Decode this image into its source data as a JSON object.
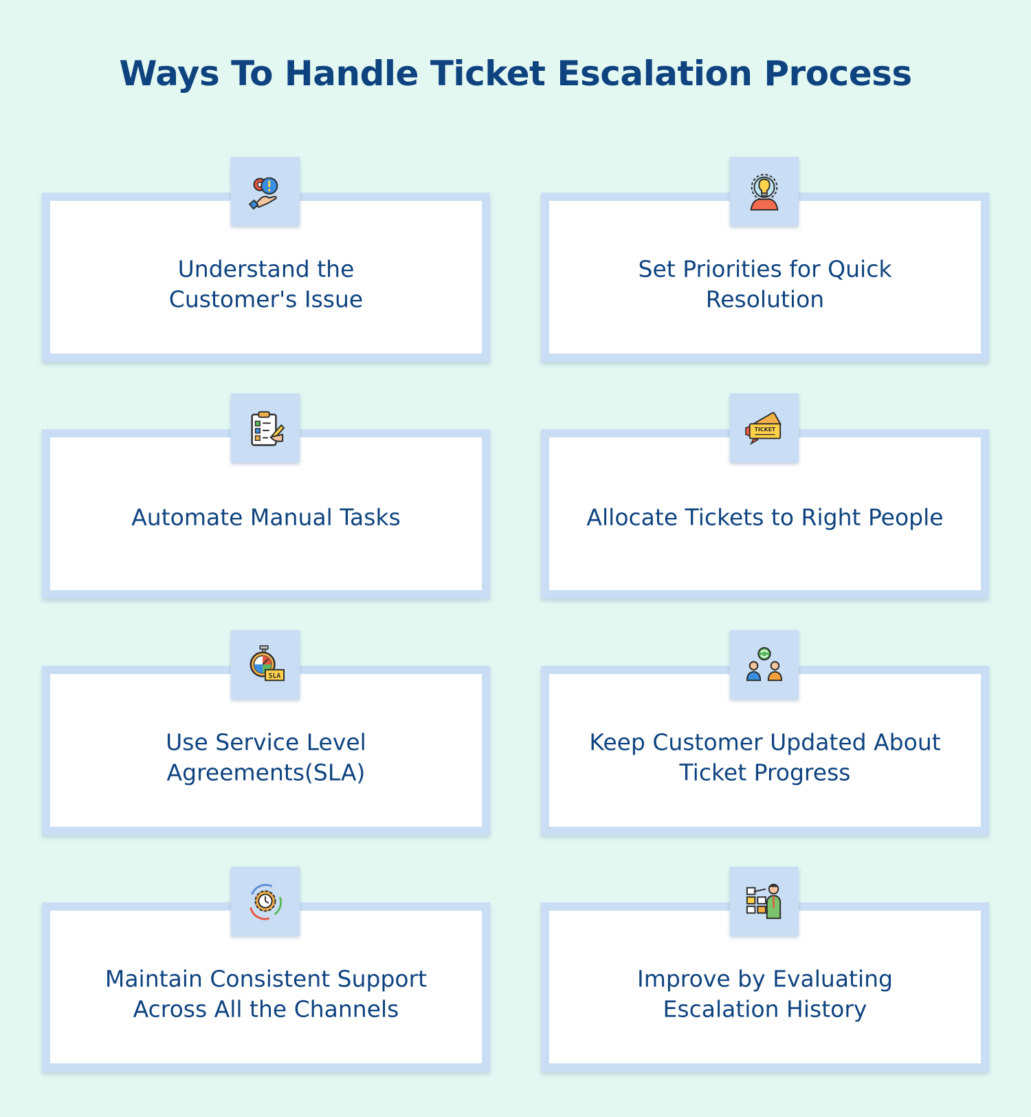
{
  "title": "Ways To Handle Ticket Escalation Process",
  "cards": [
    {
      "text": "Understand the\nCustomer's Issue",
      "icon": "gear-alert-hand-icon"
    },
    {
      "text": "Set Priorities for Quick\nResolution",
      "icon": "lightbulb-gear-person-icon"
    },
    {
      "text": "Automate Manual Tasks",
      "icon": "clipboard-checklist-icon"
    },
    {
      "text": "Allocate Tickets to Right People",
      "icon": "ticket-icon"
    },
    {
      "text": "Use Service Level\nAgreements(SLA)",
      "icon": "stopwatch-sla-icon",
      "icon_label": "SLA"
    },
    {
      "text": "Keep Customer Updated About\nTicket Progress",
      "icon": "two-people-sync-icon"
    },
    {
      "text": "Maintain Consistent Support\nAcross All the Channels",
      "icon": "clock-gear-cycle-icon"
    },
    {
      "text": "Improve by Evaluating\nEscalation History",
      "icon": "presenter-board-icon"
    }
  ],
  "ticket_icon_label": "TICKET",
  "colors": {
    "background": "#e4f8f2",
    "title": "#0e437f",
    "card_border": "#c9def4",
    "card_fill": "#ffffff",
    "text": "#0e437f"
  }
}
